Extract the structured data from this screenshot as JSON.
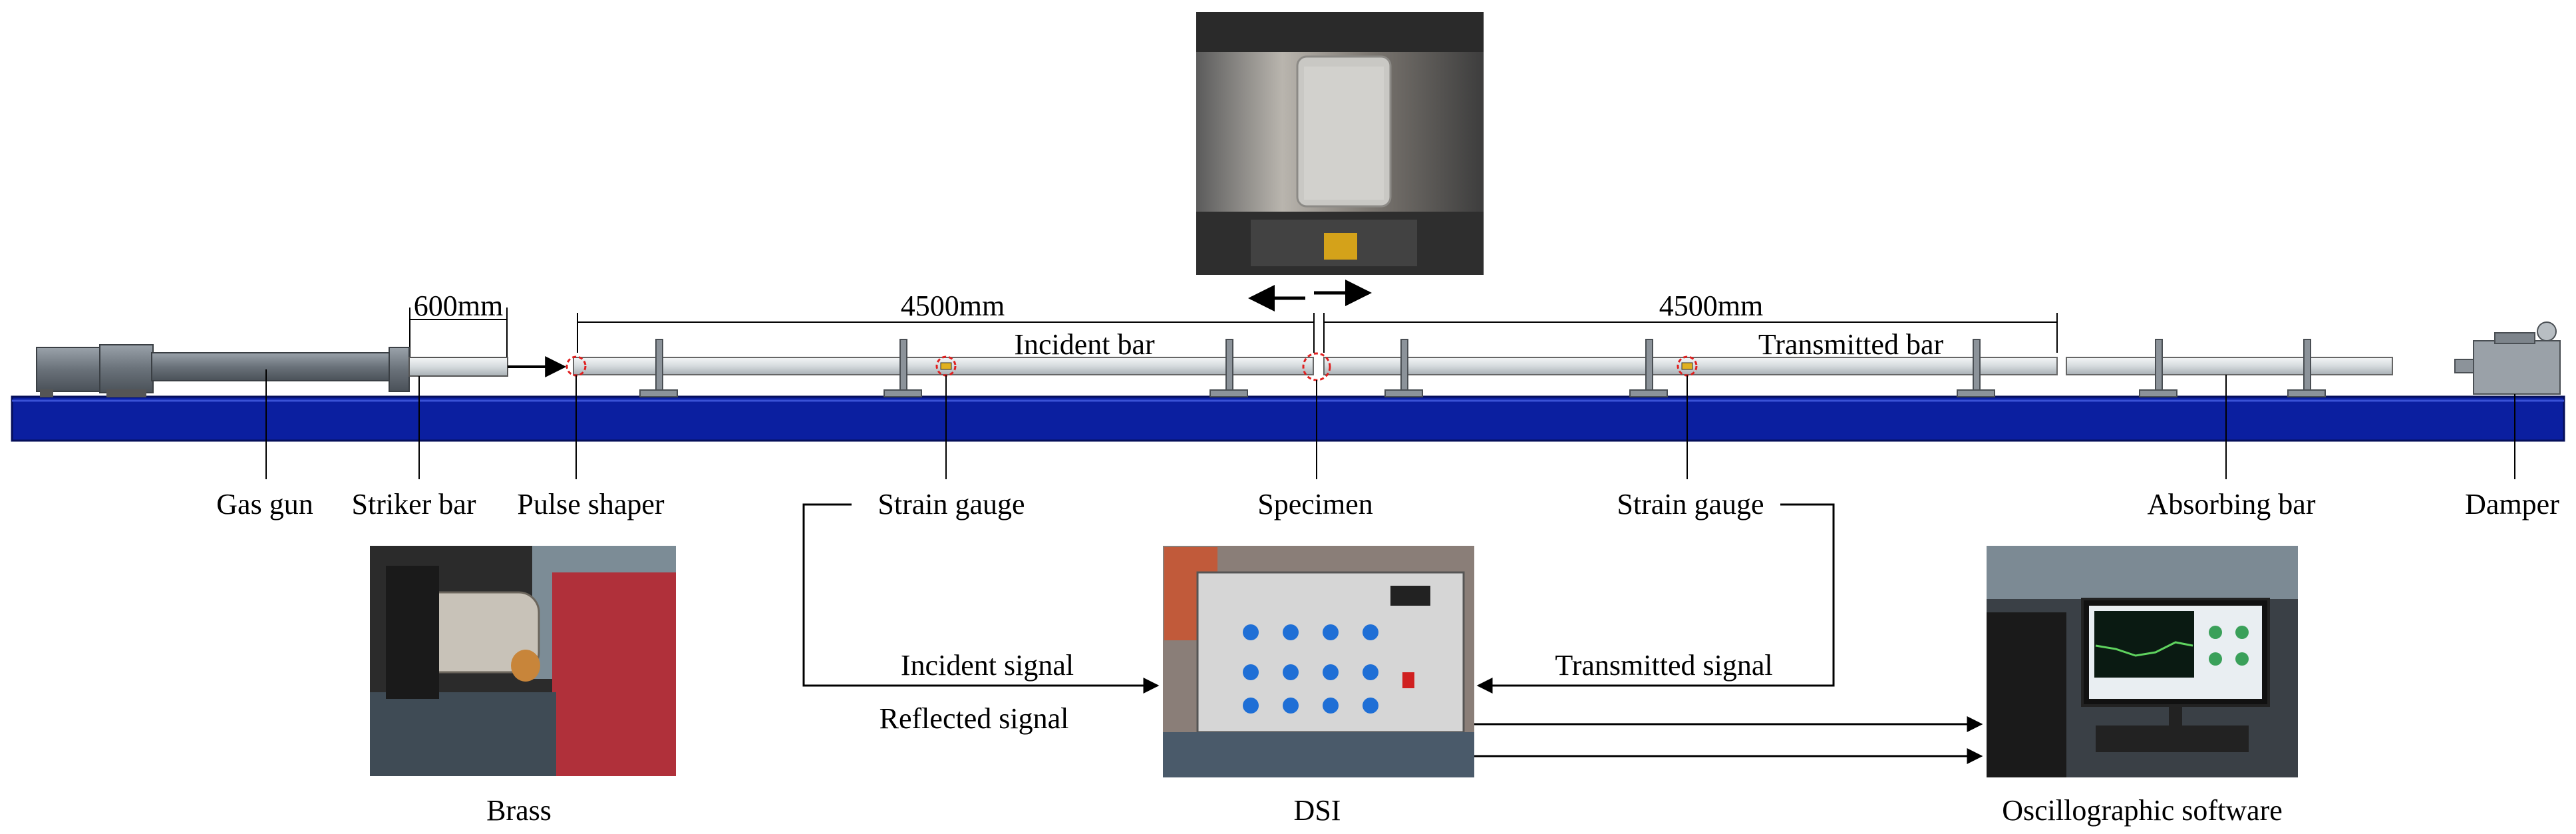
{
  "labels": {
    "gas_gun": "Gas gun",
    "striker_bar": "Striker bar",
    "pulse_shaper": "Pulse shaper",
    "strain_gauge_left": "Strain gauge",
    "specimen": "Specimen",
    "strain_gauge_right": "Strain gauge",
    "absorbing_bar": "Absorbing bar",
    "damper": "Damper",
    "incident_bar": "Incident bar",
    "transmitted_bar": "Transmitted bar",
    "incident_signal": "Incident signal",
    "reflected_signal": "Reflected signal",
    "transmitted_signal": "Transmitted signal"
  },
  "dimensions": {
    "striker_length": "600mm",
    "incident_length": "4500mm",
    "transmitted_length": "4500mm"
  },
  "photo_captions": {
    "brass": "Brass",
    "dsi": "DSI",
    "software": "Oscillographic software"
  },
  "colors": {
    "platform": "#0b1fa0",
    "bar": "#dfe3e6",
    "gun": "#6f7780",
    "marker": "#e02020"
  }
}
